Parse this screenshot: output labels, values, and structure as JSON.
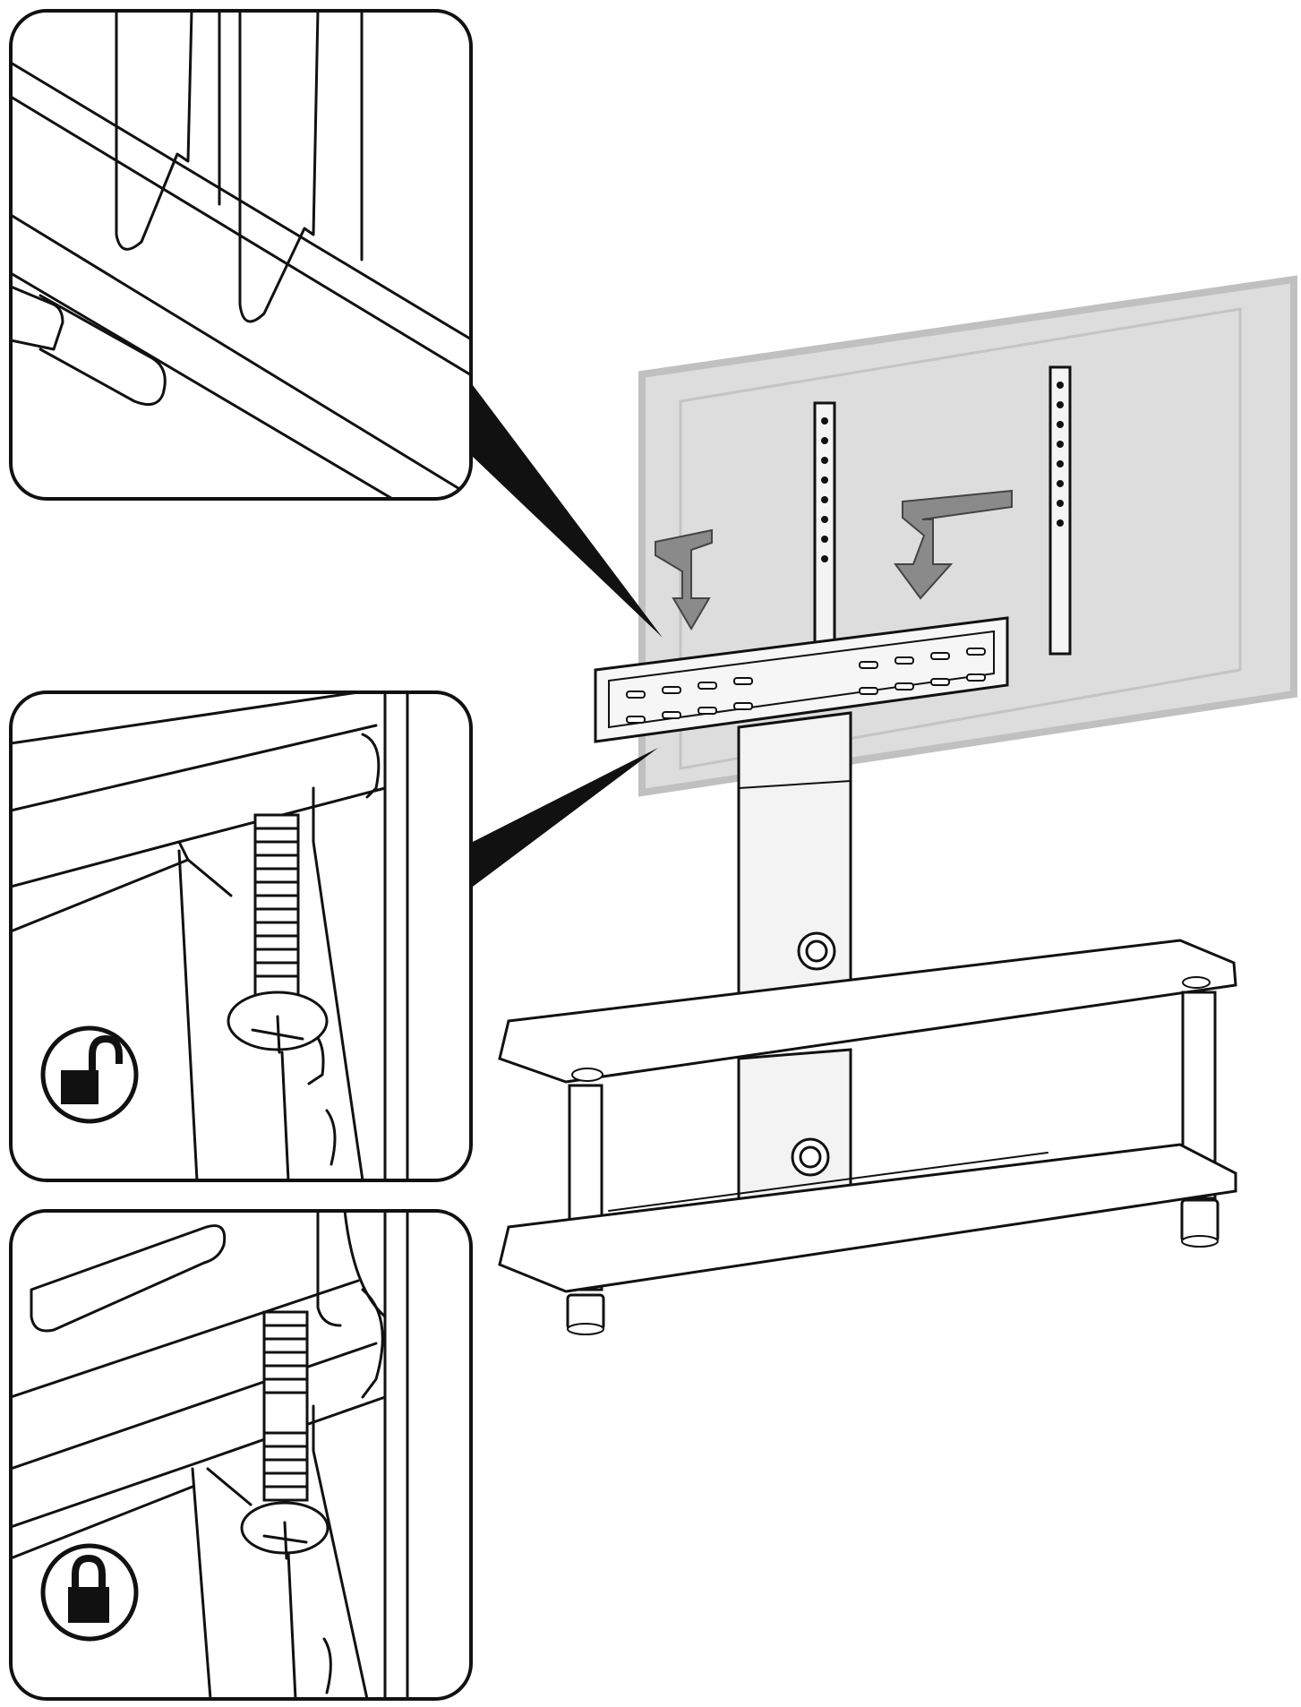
{
  "figure": {
    "panels": [
      {
        "id": "detail-hooks",
        "icon": "none"
      },
      {
        "id": "detail-screw-unlocked",
        "icon": "unlock-icon"
      },
      {
        "id": "detail-screw-locked",
        "icon": "lock-icon"
      }
    ],
    "main": {
      "object": "tv-stand-with-mount",
      "arrows": 2,
      "arrow_direction": "down"
    },
    "colors": {
      "ink": "#111111",
      "tv_panel": "#dcdcdc",
      "tv_border": "#bdbdbd",
      "arrow": "#8a8a8a",
      "background": "#ffffff"
    }
  }
}
